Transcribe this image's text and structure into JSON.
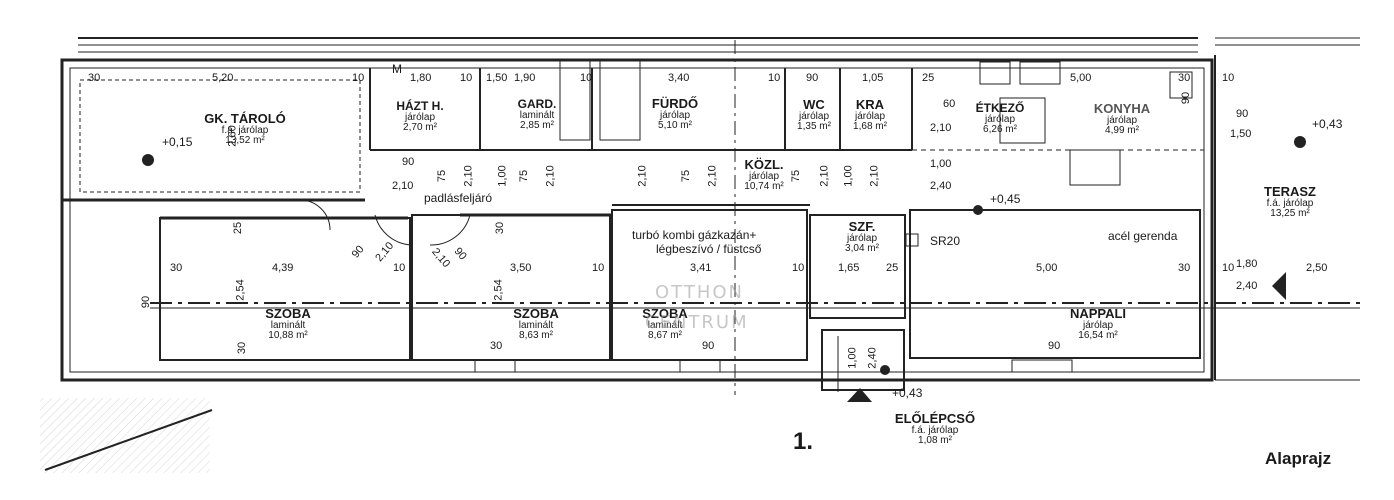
{
  "title": "Alaprajz",
  "floor_marker": "1.",
  "watermark": [
    "OTTHON",
    "CENTRUM"
  ],
  "rooms": {
    "garage": {
      "name": "GK. TÁROLÓ",
      "floor": "f.á. járólap",
      "area": "13,52 m²"
    },
    "pantry": {
      "name": "HÁZT H.",
      "floor": "járólap",
      "area": "2,70 m²"
    },
    "wardrobe": {
      "name": "GARD.",
      "floor": "laminált",
      "area": "2,85 m²"
    },
    "bath": {
      "name": "FÜRDŐ",
      "floor": "járólap",
      "area": "5,10 m²"
    },
    "wc": {
      "name": "WC",
      "floor": "járólap",
      "area": "1,35 m²"
    },
    "kra": {
      "name": "KRA",
      "floor": "járólap",
      "area": "1,68 m²"
    },
    "dining": {
      "name": "ÉTKEZŐ",
      "floor": "járólap",
      "area": "6,26 m²"
    },
    "kitchen": {
      "name": "KONYHA",
      "floor": "járólap",
      "area": "4,99 m²"
    },
    "hall": {
      "name": "KÖZL.",
      "floor": "járólap",
      "area": "10,74 m²"
    },
    "windbreak": {
      "name": "SZF.",
      "floor": "járólap",
      "area": "3,04 m²"
    },
    "room1": {
      "name": "SZOBA",
      "floor": "laminált",
      "area": "10,88 m²"
    },
    "room2": {
      "name": "SZOBA",
      "floor": "laminált",
      "area": "8,63 m²"
    },
    "room3": {
      "name": "SZOBA",
      "floor": "laminált",
      "area": "8,67 m²"
    },
    "living": {
      "name": "NAPPALI",
      "floor": "járólap",
      "area": "16,54 m²"
    },
    "terrace": {
      "name": "TERASZ",
      "floor": "f.á. járólap",
      "area": "13,25 m²"
    },
    "steps": {
      "name": "ELŐLÉPCSŐ",
      "floor": "f.á. járólap",
      "area": "1,08 m²"
    }
  },
  "annotations": {
    "attic_access": "padlásfeljáró",
    "boiler": "turbó kombi gázkazán+",
    "flue": "légbeszívó / füstcső",
    "steel_beam": "acél gerenda",
    "sr20": "SR20",
    "m_mark": "M",
    "level_015": "+0,15",
    "level_045": "+0,45",
    "level_043_terrace": "+0,43",
    "level_043_entry": "+0,43"
  },
  "dims": {
    "top": [
      "30",
      "5,20",
      "10",
      "1,80",
      "10",
      "1,50",
      "1,90",
      "10",
      "3,40",
      "10",
      "90",
      "1,05",
      "25",
      "5,00",
      "30",
      "10"
    ],
    "mid": [
      "30",
      "4,39",
      "10",
      "3,50",
      "10",
      "3,41",
      "10",
      "1,65",
      "25",
      "5,00",
      "30",
      "10",
      "1,80",
      "2,50"
    ],
    "misc": [
      "2,60",
      "90",
      "2,10",
      "75",
      "2,10",
      "1,00",
      "75",
      "2,10",
      "2,10",
      "75",
      "2,10",
      "75",
      "2,10",
      "1,00",
      "2,10",
      "60",
      "2,10",
      "1,00",
      "2,40",
      "90",
      "1,50",
      "25",
      "2,54",
      "2,54",
      "30",
      "30",
      "30",
      "90",
      "90",
      "90",
      "2,10",
      "90",
      "2,10",
      "90",
      "1,00",
      "2,40",
      "2,40",
      "90"
    ]
  }
}
